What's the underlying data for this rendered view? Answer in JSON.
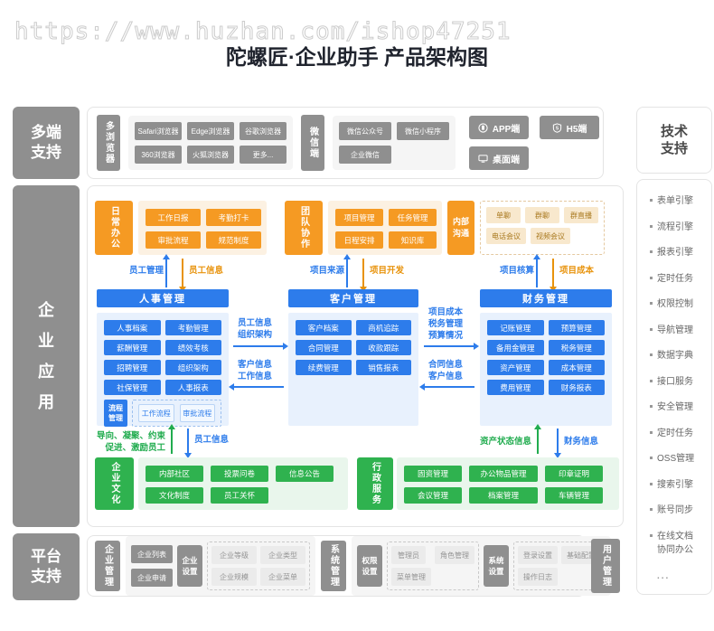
{
  "watermark": "https://www.huzhan.com/ishop47251",
  "title": "陀螺匠·企业助手 产品架构图",
  "colors": {
    "gray": "#8f8f8f",
    "orange": "#f59a23",
    "blue": "#2d7ceb",
    "green": "#2fb24f"
  },
  "multi_terminal": {
    "label": "多端支持",
    "browser_group": {
      "label": "多浏览器",
      "items": [
        "Safari浏览器",
        "Edge浏览器",
        "谷歌浏览器",
        "360浏览器",
        "火狐浏览器",
        "更多..."
      ]
    },
    "wechat_group": {
      "label": "微信端",
      "items": [
        "微信公众号",
        "微信小程序",
        "企业微信"
      ]
    },
    "endpoints": [
      {
        "label": "APP端",
        "icon": "app-icon"
      },
      {
        "label": "H5端",
        "icon": "h5-icon"
      },
      {
        "label": "桌面端",
        "icon": "desktop-icon"
      }
    ]
  },
  "tech_support": {
    "label": "技术支持",
    "items": [
      "表单引擎",
      "流程引擎",
      "报表引擎",
      "定时任务",
      "权限控制",
      "导航管理",
      "数据字典",
      "接口服务",
      "安全管理",
      "定时任务",
      "OSS管理",
      "搜索引擎",
      "账号同步",
      "在线文档\n协同办公",
      "..."
    ]
  },
  "enterprise_apps": {
    "label": "企业应用",
    "daily_office": {
      "label": "日常办公",
      "items": [
        "工作日报",
        "考勤打卡",
        "审批流程",
        "规范制度"
      ]
    },
    "team_collab": {
      "label": "团队协作",
      "items": [
        "项目管理",
        "任务管理",
        "日程安排",
        "知识库"
      ]
    },
    "internal_comm": {
      "label": "内部沟通",
      "items": [
        "单聊",
        "群聊",
        "群直播",
        "电话会议",
        "视频会议"
      ]
    },
    "top_flows": [
      {
        "up": "员工管理",
        "down": "员工信息"
      },
      {
        "up": "项目来源",
        "down": "项目开发"
      },
      {
        "up": "项目核算",
        "down": "项目成本"
      }
    ],
    "hr": {
      "title": "人事管理",
      "items": [
        "人事档案",
        "考勤管理",
        "薪酬管理",
        "绩效考核",
        "招聘管理",
        "组织架构",
        "社保管理",
        "人事报表"
      ],
      "process": {
        "label": "流程管理",
        "items": [
          "工作流程",
          "审批流程"
        ]
      }
    },
    "crm": {
      "title": "客户管理",
      "items": [
        "客户档案",
        "商机追踪",
        "合同管理",
        "收款跟踪",
        "续费管理",
        "销售报表"
      ]
    },
    "finance": {
      "title": "财务管理",
      "items": [
        "记账管理",
        "预算管理",
        "备用金管理",
        "税务管理",
        "资产管理",
        "成本管理",
        "费用管理",
        "财务报表"
      ]
    },
    "mid_flows": [
      {
        "right": "员工信息\n组织架构",
        "left": "客户信息\n工作信息"
      },
      {
        "right": "项目成本\n税务管理\n预算情况",
        "left": "合同信息\n客户信息"
      }
    ],
    "bottom_flows": [
      {
        "up": "导向、凝聚、约束\n促进、激励员工",
        "down": "员工信息"
      },
      {
        "up": "资产状态信息",
        "down": "财务信息"
      }
    ],
    "culture": {
      "label": "企业文化",
      "items": [
        "内部社区",
        "投票问卷",
        "信息公告",
        "文化制度",
        "员工关怀"
      ]
    },
    "admin": {
      "label": "行政服务",
      "items": [
        "固资管理",
        "办公物品管理",
        "印章证明",
        "会议管理",
        "档案管理",
        "车辆管理"
      ]
    }
  },
  "platform": {
    "label": "平台支持",
    "enterprise_mgmt": {
      "label": "企业管理",
      "buttons": [
        "企业列表",
        "企业申请"
      ],
      "settings": {
        "label": "企业设置",
        "items": [
          "企业等级",
          "企业类型",
          "企业规模",
          "企业菜单"
        ]
      }
    },
    "system_mgmt": {
      "label": "系统管理",
      "permission": {
        "label": "权限设置",
        "items": [
          "管理员",
          "角色管理",
          "菜单管理"
        ]
      },
      "system": {
        "label": "系统设置",
        "items": [
          "登录设置",
          "基础配置",
          "操作日志"
        ]
      }
    },
    "user_mgmt": {
      "label": "用户管理"
    }
  }
}
